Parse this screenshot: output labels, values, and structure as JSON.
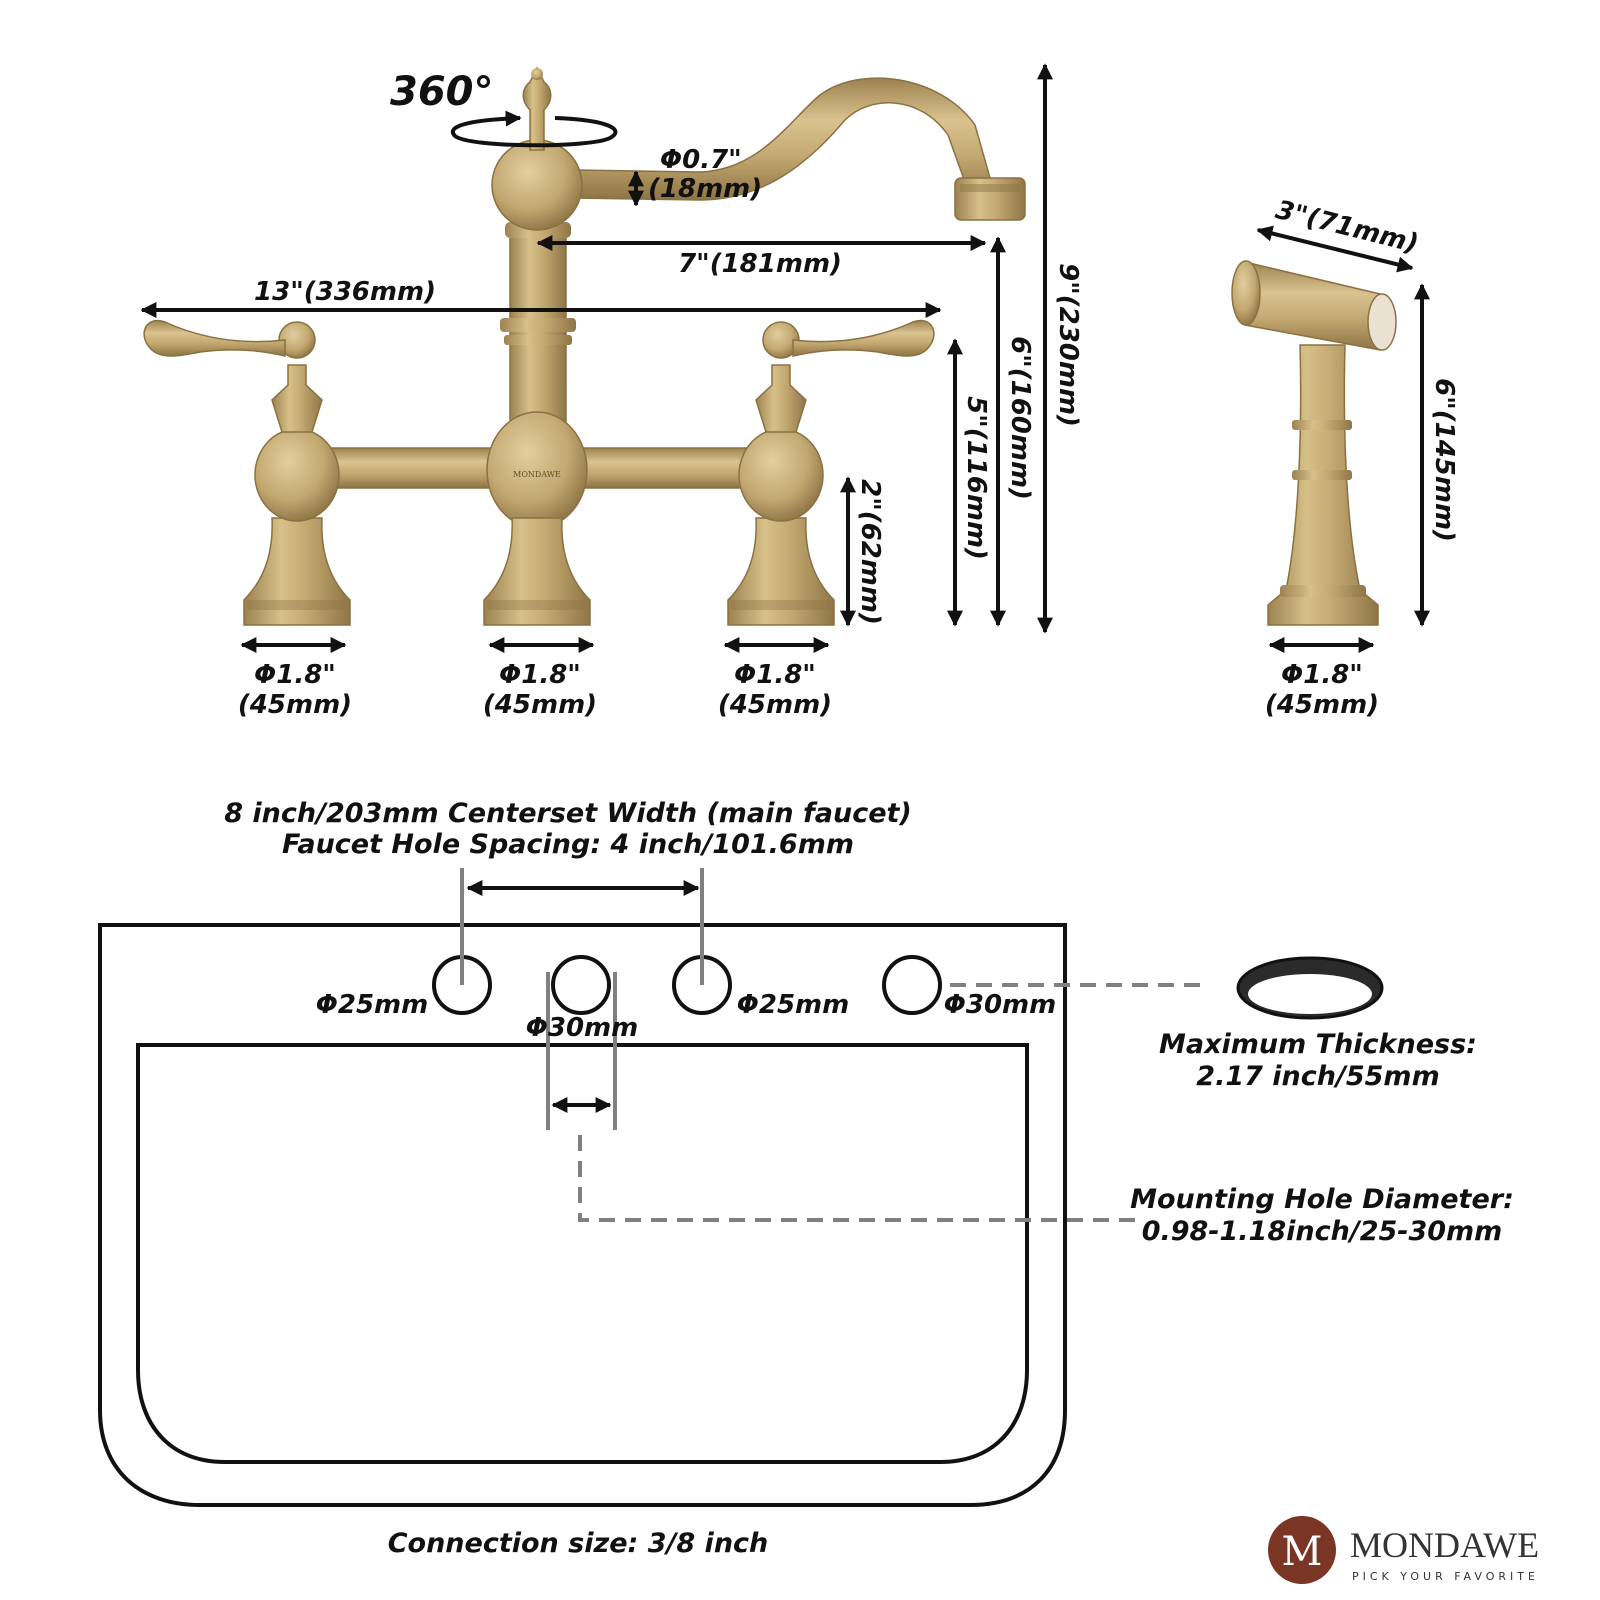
{
  "faucet": {
    "rotation": "360°",
    "spout_pipe_dia": [
      "Φ0.7\"",
      "(18mm)"
    ],
    "spout_reach": "7\"(181mm)",
    "overall_width": "13\"(336mm)",
    "total_height": "9\"(230mm)",
    "spout_height": "6\"(160mm)",
    "handle_height": "5\"(116mm)",
    "base_height": "2\"(62mm)",
    "base_dia_1": [
      "Φ1.8\"",
      "(45mm)"
    ],
    "base_dia_2": [
      "Φ1.8\"",
      "(45mm)"
    ],
    "base_dia_3": [
      "Φ1.8\"",
      "(45mm)"
    ],
    "body_engraving": "MONDAWE"
  },
  "sprayer": {
    "length": "3\"(71mm)",
    "height": "6\"(145mm)",
    "base_dia": [
      "Φ1.8\"",
      "(45mm)"
    ]
  },
  "sink": {
    "centerset_width": "8 inch/203mm Centerset Width (main faucet)",
    "hole_spacing": "Faucet Hole Spacing: 4 inch/101.6mm",
    "hole_1": "Φ25mm",
    "hole_2": "Φ30mm",
    "hole_3": "Φ25mm",
    "hole_4": "Φ30mm",
    "max_thickness": [
      "Maximum Thickness:",
      "2.17 inch/55mm"
    ],
    "mounting_hole": [
      "Mounting Hole Diameter:",
      "0.98-1.18inch/25-30mm"
    ],
    "connection": "Connection size: 3/8 inch"
  },
  "brand": {
    "name": "MONDAWE",
    "tagline": "PICK YOUR FAVORITE",
    "monogram": "M",
    "color": "#7a3524"
  },
  "colors": {
    "brass": "#c2a770",
    "line": "#111111",
    "guide": "#808080"
  }
}
